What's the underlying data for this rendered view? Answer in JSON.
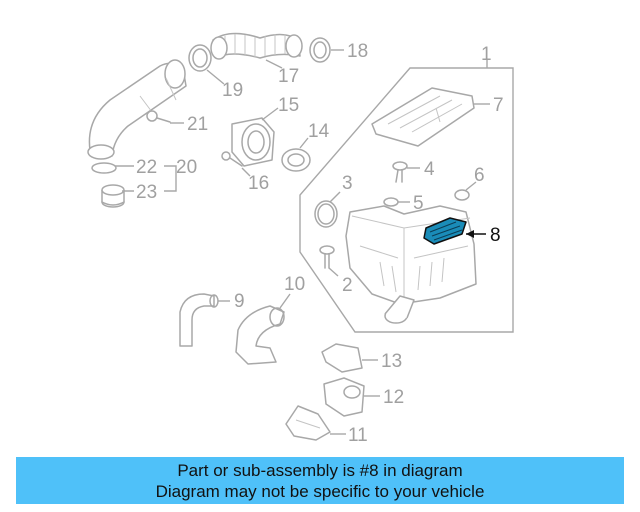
{
  "banner": {
    "line1": "Part or sub-assembly is #8 in diagram",
    "line2": "Diagram may not be specific to your vehicle"
  },
  "callouts": {
    "c1": "1",
    "c2": "2",
    "c3": "3",
    "c4": "4",
    "c5": "5",
    "c6": "6",
    "c7": "7",
    "c8": "8",
    "c9": "9",
    "c10": "10",
    "c11": "11",
    "c12": "12",
    "c13": "13",
    "c14": "14",
    "c15": "15",
    "c16": "16",
    "c17": "17",
    "c18": "18",
    "c19": "19",
    "c20": "20",
    "c21": "21",
    "c22": "22",
    "c23": "23"
  },
  "highlight": {
    "part_number": "8",
    "color": "#1a8cb8"
  },
  "colors": {
    "banner": "#4fc1f9",
    "line_art": "#a8a8a8",
    "highlight_text": "#111111"
  }
}
